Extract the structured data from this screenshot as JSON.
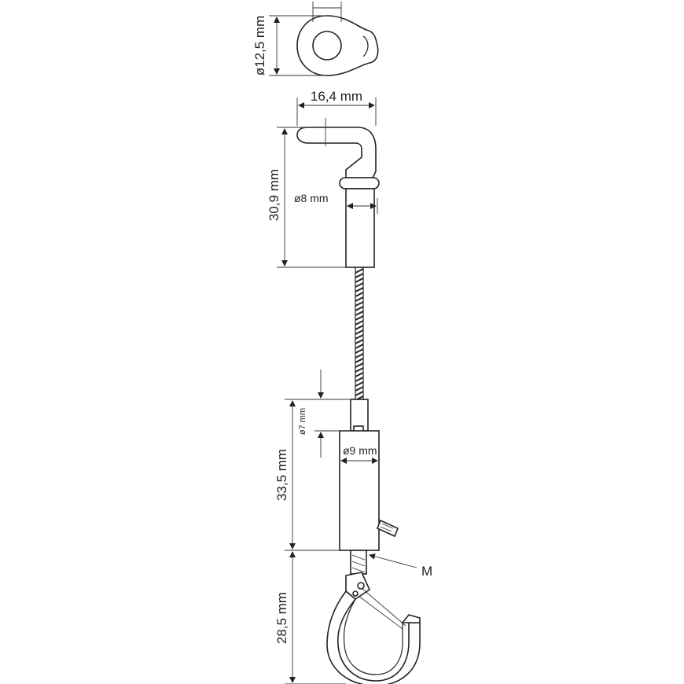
{
  "diagram": {
    "dimensions": {
      "eyelet_diameter": "ø12,5 mm",
      "hook_width": "16,4 mm",
      "hook_height": "30,9 mm",
      "sleeve_diameter": "ø8 mm",
      "top_grip_diameter": "ø7 mm",
      "grip_body_diameter": "ø9 mm",
      "grip_height": "33,5 mm",
      "lower_hook_height": "28,5 mm"
    },
    "callout_letter": "M",
    "colors": {
      "line": "#222222",
      "background": "#ffffff",
      "fill": "#ffffff"
    }
  }
}
